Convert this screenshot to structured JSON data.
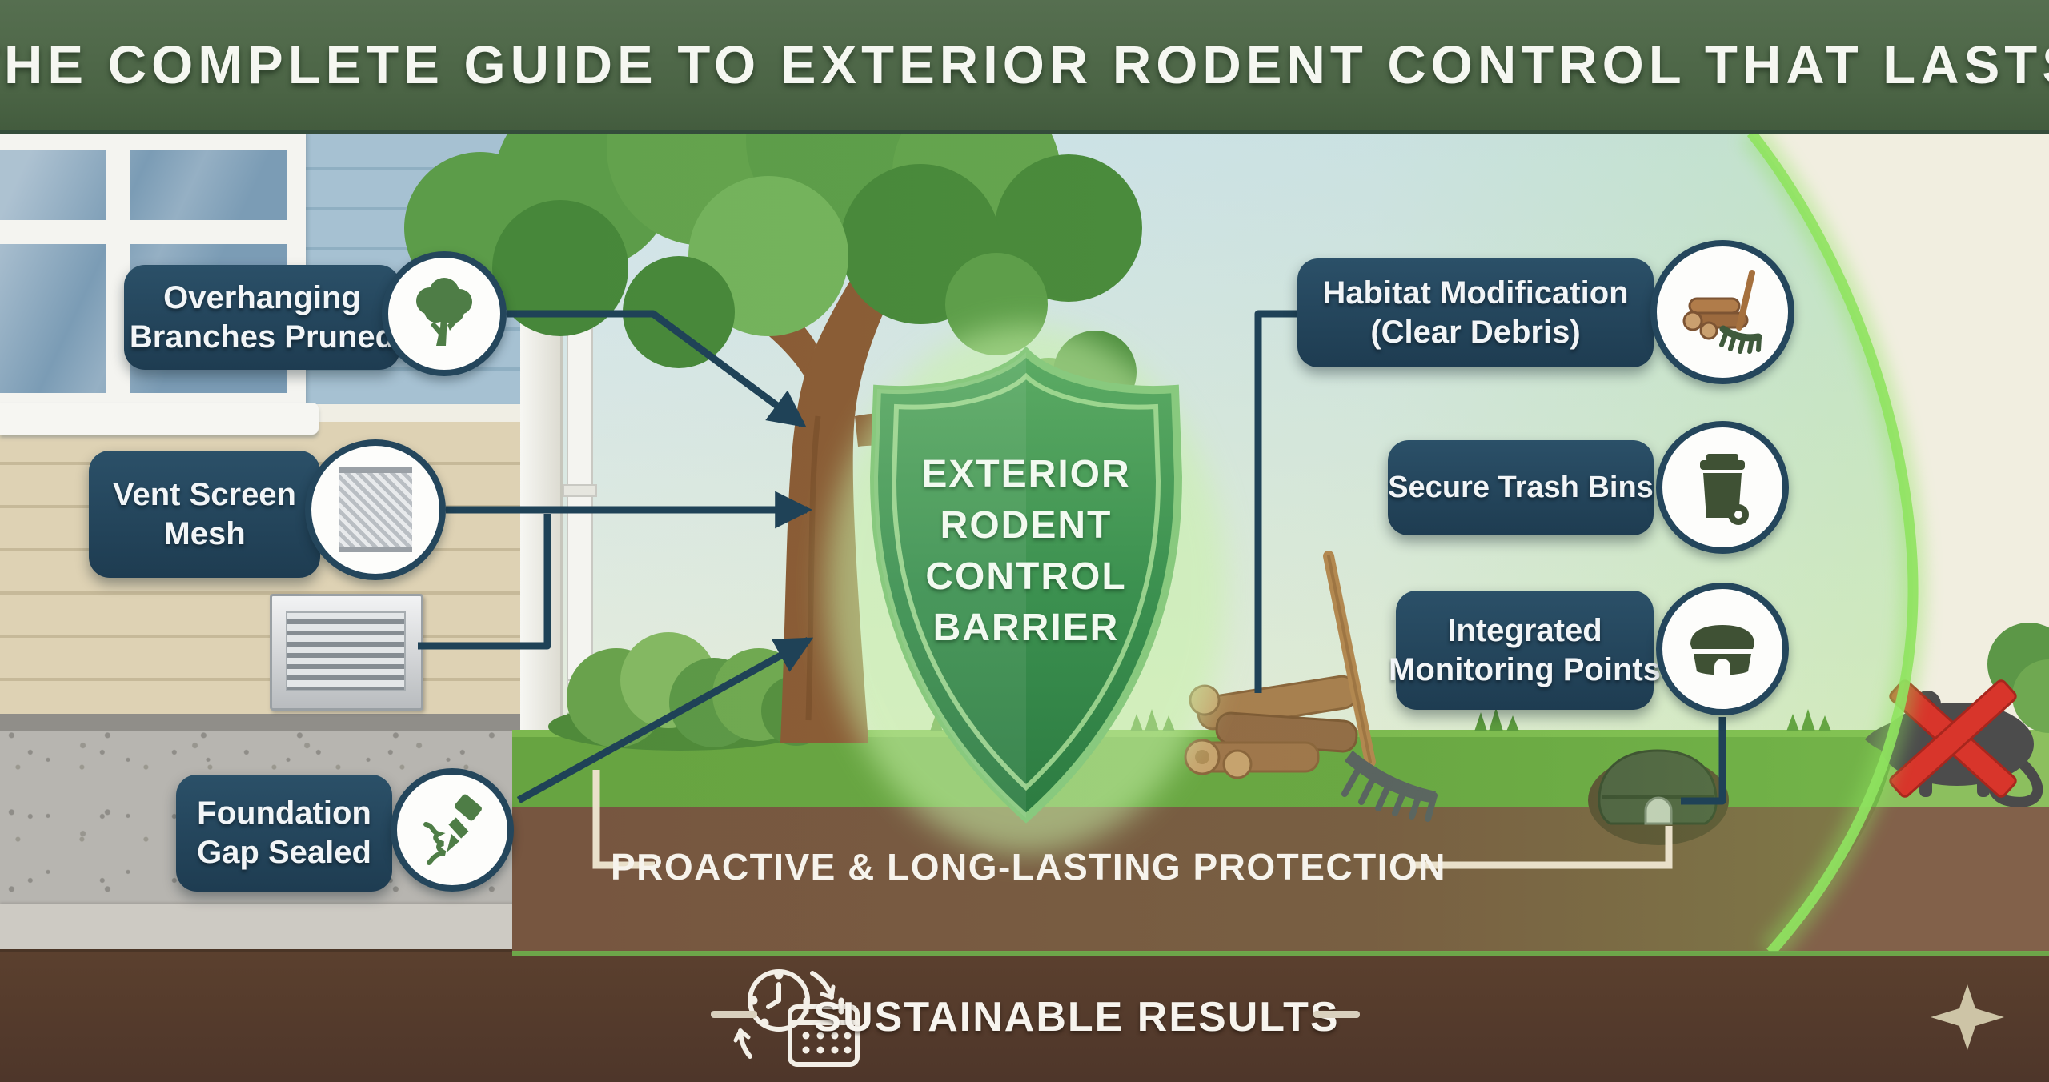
{
  "header": {
    "title": "THE COMPLETE GUIDE TO EXTERIOR RODENT CONTROL THAT LASTS"
  },
  "callouts": {
    "branches": {
      "line1": "Overhanging",
      "line2": "Branches Pruned",
      "icon": "tree-icon"
    },
    "vent": {
      "line1": "Vent Screen",
      "line2": "Mesh",
      "icon": "mesh-icon"
    },
    "foundation": {
      "line1": "Foundation",
      "line2": "Gap Sealed",
      "icon": "sealant-icon"
    },
    "habitat": {
      "line1": "Habitat Modification",
      "line2": "(Clear Debris)",
      "icon": "logs-rake-icon"
    },
    "trash": {
      "line1": "Secure Trash Bins",
      "icon": "trash-bin-icon"
    },
    "monitoring": {
      "line1": "Integrated",
      "line2": "Monitoring Points",
      "icon": "bait-station-icon"
    }
  },
  "shield": {
    "lines": [
      "EXTERIOR",
      "RODENT",
      "CONTROL",
      "BARRIER"
    ]
  },
  "footer": {
    "protection": "PROACTIVE & LONG-LASTING PROTECTION",
    "results": "SUSTAINABLE RESULTS"
  },
  "colors": {
    "header_green": "#4b6445",
    "callout_navy": "#24465c",
    "shield_green": "#3c9150",
    "barrier_glow": "#8fe35f",
    "alert_red": "#d8352b",
    "soil_brown": "#775640",
    "bar_brown": "#4e362a"
  }
}
